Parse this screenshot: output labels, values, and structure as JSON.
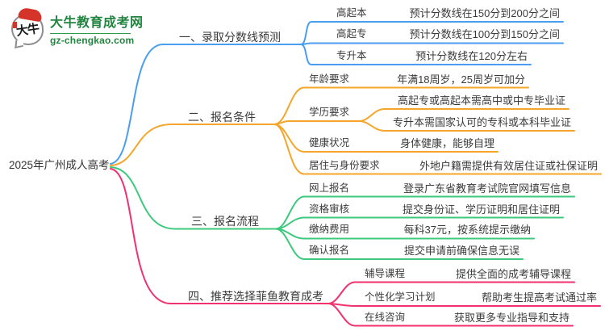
{
  "logo": {
    "icon_text": "大牛",
    "title": "大牛教育成考网",
    "domain": "gz-chengkao.com",
    "brand_color": "#218540",
    "seal_color": "#d4342a"
  },
  "root": {
    "label": "2025年广州成人高考"
  },
  "branches": [
    {
      "label": "一、录取分数线预测",
      "color": "#4a9ef0",
      "children": [
        {
          "label": "高起本",
          "value": "预计分数线在150分到200分之间"
        },
        {
          "label": "高起专",
          "value": "预计分数线在100分到150分之间"
        },
        {
          "label": "专升本",
          "value": "预计分数线在120分左右"
        }
      ]
    },
    {
      "label": "二、报名条件",
      "color": "#f5a62a",
      "children": [
        {
          "label": "年龄要求",
          "value": "年满18周岁，25周岁可加分"
        },
        {
          "label": "学历要求",
          "children": [
            {
              "value": "高起专或高起本需高中或中专毕业证"
            },
            {
              "value": "专升本需国家认可的专科或本科毕业证"
            }
          ]
        },
        {
          "label": "健康状况",
          "value": "身体健康，能够自理"
        },
        {
          "label": "居住与身份要求",
          "value": "外地户籍需提供有效居住证或社保证明"
        }
      ]
    },
    {
      "label": "三、报名流程",
      "color": "#3cc97c",
      "children": [
        {
          "label": "网上报名",
          "value": "登录广东省教育考试院官网填写信息"
        },
        {
          "label": "资格审核",
          "value": "提交身份证、学历证明和居住证明"
        },
        {
          "label": "缴纳费用",
          "value": "每科37元，按系统提示缴纳"
        },
        {
          "label": "确认报名",
          "value": "提交申请前确保信息无误"
        }
      ]
    },
    {
      "label": "四、推荐选择菲鱼教育成考",
      "color": "#f1316e",
      "children": [
        {
          "label": "辅导课程",
          "value": "提供全面的成考辅导课程"
        },
        {
          "label": "个性化学习计划",
          "value": "帮助考生提高考试通过率"
        },
        {
          "label": "在线咨询",
          "value": "获取更多专业指导和支持"
        }
      ]
    }
  ]
}
